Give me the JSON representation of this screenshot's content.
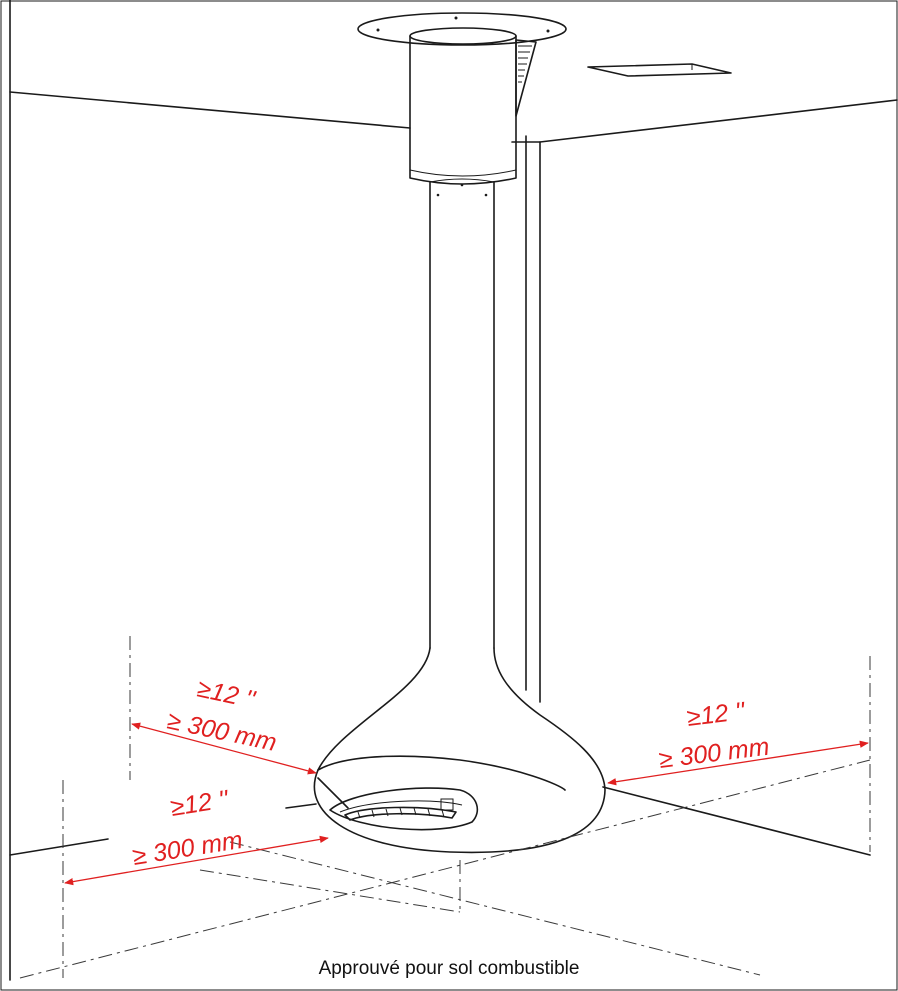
{
  "diagram": {
    "caption": "Approuvé pour sol combustible",
    "clearances": {
      "back_left": {
        "inches": "≥12 ''",
        "mm": "≥ 300 mm"
      },
      "front_left": {
        "inches": "≥12 ''",
        "mm": "≥ 300 mm"
      },
      "right": {
        "inches": "≥12 ''",
        "mm": "≥ 300 mm"
      }
    },
    "colors": {
      "dimension": "#e02020",
      "line": "#1a1a1a",
      "background": "#ffffff"
    }
  }
}
